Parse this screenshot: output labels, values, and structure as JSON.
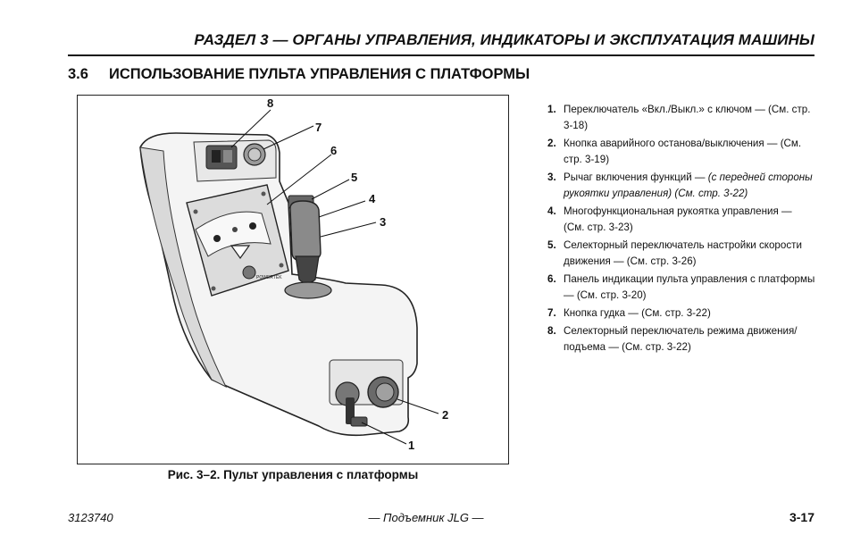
{
  "header": {
    "title": "РАЗДЕЛ 3 — ОРГАНЫ УПРАВЛЕНИЯ, ИНДИКАТОРЫ И ЭКСПЛУАТАЦИЯ МАШИНЫ"
  },
  "section": {
    "number": "3.6",
    "title": "ИСПОЛЬЗОВАНИЕ ПУЛЬТА УПРАВЛЕНИЯ С ПЛАТФОРМЫ"
  },
  "figure": {
    "caption": "Рис. 3–2. Пульт управления с платформы",
    "callouts": [
      "1",
      "2",
      "3",
      "4",
      "5",
      "6",
      "7",
      "8"
    ],
    "panel_brand": "POWERTEK"
  },
  "legend": [
    {
      "num": "1.",
      "text": "Переключатель «Вкл./Выкл.» с ключом — (См. стр. 3-18)",
      "italic": ""
    },
    {
      "num": "2.",
      "text": "Кнопка аварийного останова/выключения — (См. стр. 3-19)",
      "italic": ""
    },
    {
      "num": "3.",
      "text": "Рычаг включения функций — ",
      "italic": "(с передней стороны рукоятки управления) (См. стр. 3-22)"
    },
    {
      "num": "4.",
      "text": "Многофункциональная рукоятка управления — (См. стр. 3-23)",
      "italic": ""
    },
    {
      "num": "5.",
      "text": "Селекторный переключатель настройки скорости движения — (См. стр. 3-26)",
      "italic": ""
    },
    {
      "num": "6.",
      "text": "Панель индикации пульта управления с платформы — (См. стр. 3-20)",
      "italic": ""
    },
    {
      "num": "7.",
      "text": "Кнопка гудка — (См. стр. 3-22)",
      "italic": ""
    },
    {
      "num": "8.",
      "text": "Селекторный переключатель режима движения/подъема — (См. стр. 3-22)",
      "italic": ""
    }
  ],
  "footer": {
    "doc_number": "3123740",
    "center": "— Подъемник JLG —",
    "page": "3-17"
  }
}
